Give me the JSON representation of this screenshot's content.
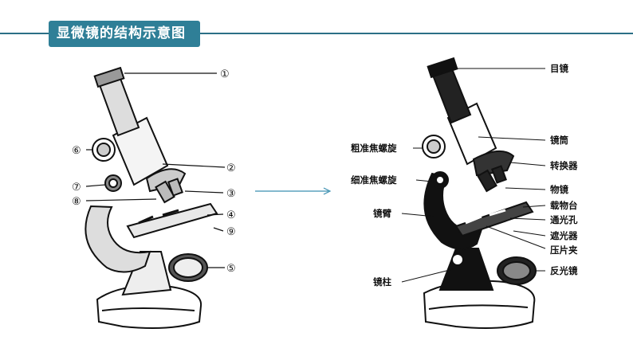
{
  "header": {
    "title": "显微镜的结构示意图",
    "accent_color": "#2f7f97"
  },
  "left_diagram": {
    "numbers": [
      "①",
      "②",
      "③",
      "④",
      "⑤",
      "⑥",
      "⑦",
      "⑧",
      "⑨"
    ]
  },
  "right_diagram": {
    "labels": {
      "eyepiece": "目镜",
      "tube": "镜筒",
      "coarse_focus": "粗准焦螺旋",
      "nosepiece": "转换器",
      "fine_focus": "细准焦螺旋",
      "objective": "物镜",
      "stage": "载物台",
      "arm": "镜臂",
      "aperture": "通光孔",
      "diaphragm": "遮光器",
      "clip": "压片夹",
      "mirror": "反光镜",
      "pillar": "镜柱"
    }
  },
  "arrow_icon": "right-arrow-icon"
}
